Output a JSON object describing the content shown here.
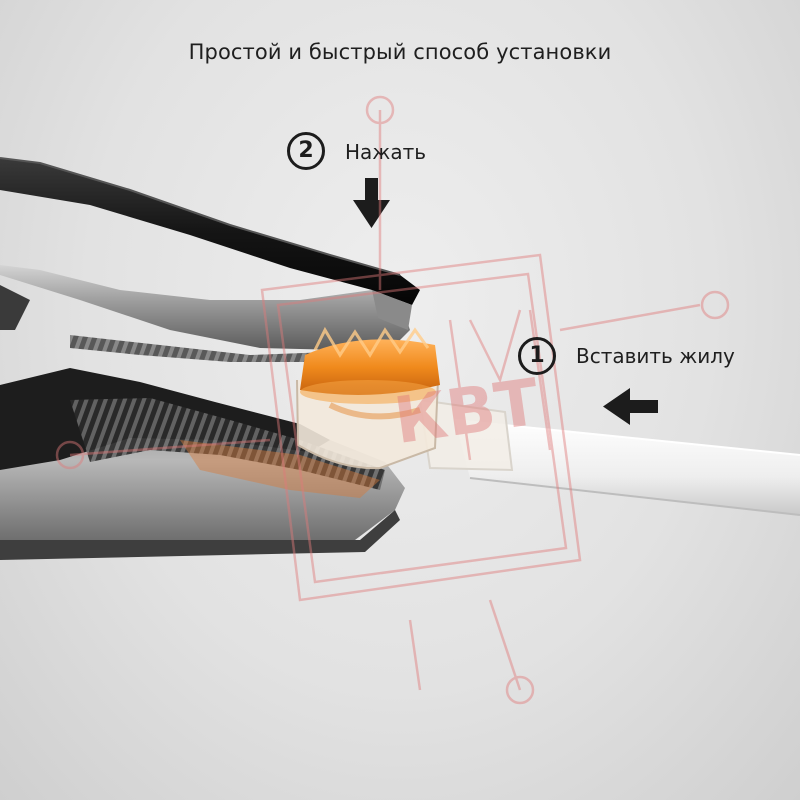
{
  "headline": "Простой и быстрый способ установки",
  "steps": [
    {
      "number": "1",
      "label": "Вставить жилу"
    },
    {
      "number": "2",
      "label": "Нажать"
    }
  ],
  "watermark_text": "КВТ",
  "colors": {
    "background": "#e4e4e4",
    "plier_black": "#1a1a1a",
    "connector_orange": "#f08a1c",
    "wire_white": "#f4f4f4",
    "arrow": "#1c1c1c",
    "watermark": "#e07a7a"
  },
  "icons": [
    "arrow-down-icon",
    "arrow-left-icon"
  ]
}
